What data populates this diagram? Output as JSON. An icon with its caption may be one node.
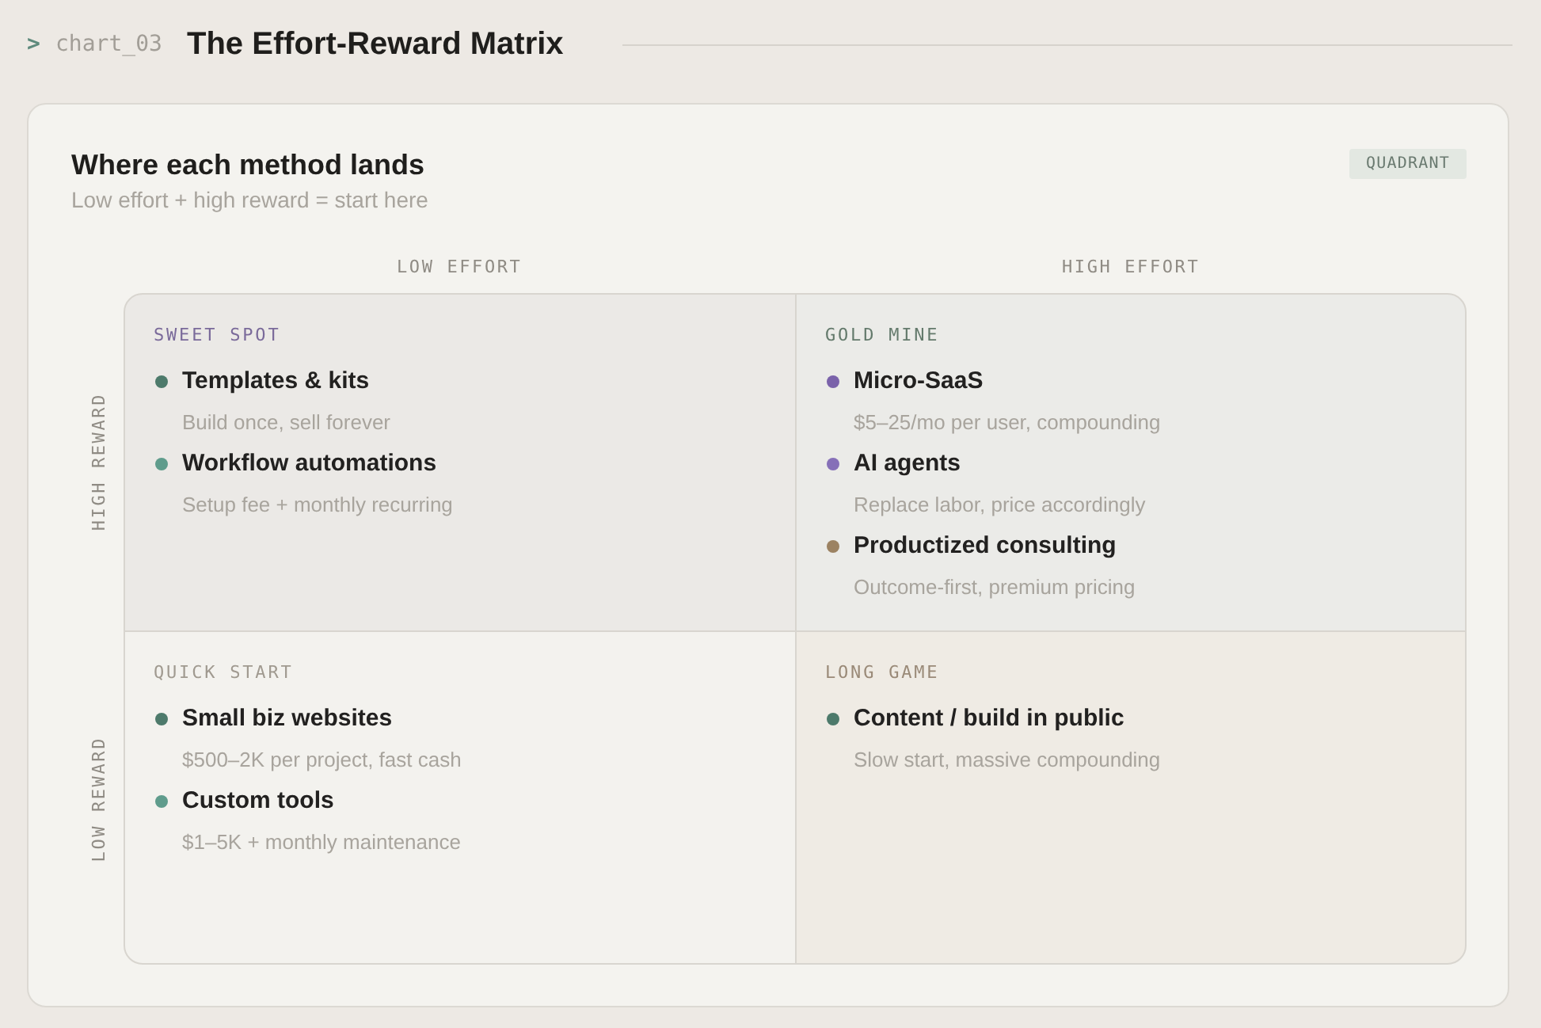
{
  "diagram": {
    "title": "The Effort-Reward Matrix",
    "nodes": [
      {
        "text": [
          "Where each method lands",
          "Low effort + high reward = start here"
        ]
      },
      {
        "text": [
          "QUADRANT"
        ],
        "in": 0
      },
      {
        "text": [
          "SWEET SPOT",
          "Templates & kits",
          "Build once, sell forever",
          "Workflow automations",
          "Setup fee + monthly recurring"
        ],
        "in": 0
      },
      {
        "text": [
          "GOLD MINE",
          "Micro-SaaS",
          "$5–25/mo per user, compounding",
          "AI agents",
          "Replace labor, price accordingly",
          "Productized consulting",
          "Outcome-first, premium pricing"
        ],
        "in": 0
      },
      {
        "text": [
          "QUICK START",
          "Small biz websites",
          "$500–2K per project, fast cash",
          "Custom tools",
          "$1–5K + monthly maintenance"
        ],
        "in": 0
      },
      {
        "text": [
          "LONG GAME",
          "Content / build in public",
          "Slow start, massive compounding"
        ],
        "in": 0
      }
    ],
    "edges": [],
    "labels": [
      ">",
      "chart_03",
      "LOW EFFORT",
      "HIGH EFFORT",
      "HIGH REWARD",
      "LOW REWARD"
    ]
  }
}
